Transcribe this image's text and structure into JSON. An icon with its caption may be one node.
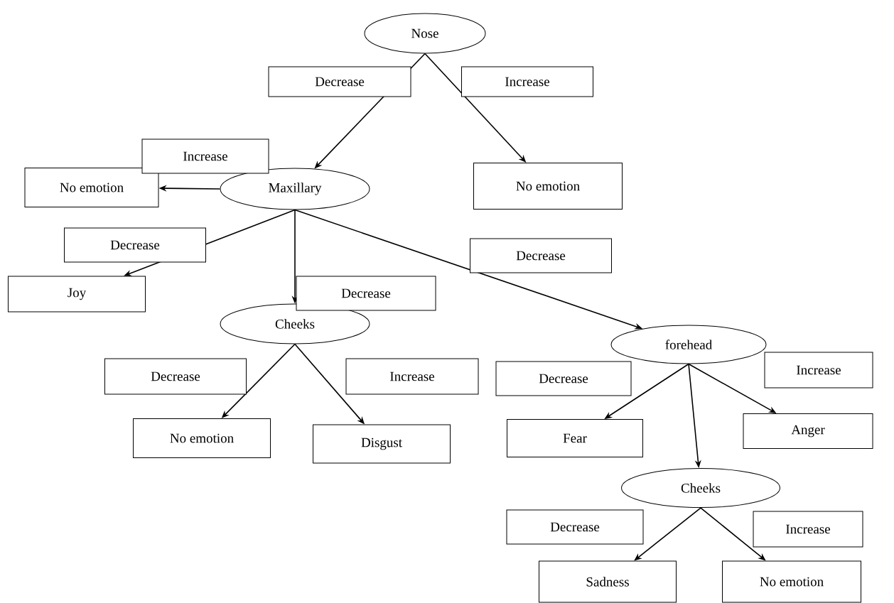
{
  "diagram": {
    "nodes": [
      {
        "text": [
          "Nose"
        ]
      },
      {
        "text": [
          "No emotion"
        ]
      },
      {
        "text": [
          "Maxillary"
        ]
      },
      {
        "text": [
          "No emotion"
        ]
      },
      {
        "text": [
          "Joy"
        ]
      },
      {
        "text": [
          "Cheeks"
        ]
      },
      {
        "text": [
          "forehead"
        ]
      },
      {
        "text": [
          "No emotion"
        ]
      },
      {
        "text": [
          "Disgust"
        ]
      },
      {
        "text": [
          "Fear"
        ]
      },
      {
        "text": [
          "Anger"
        ]
      },
      {
        "text": [
          "Cheeks"
        ]
      },
      {
        "text": [
          "Sadness"
        ]
      },
      {
        "text": [
          "No emotion"
        ]
      }
    ],
    "edges": [
      {
        "from": 0,
        "to": 2,
        "arrow": "to",
        "label": "Decrease"
      },
      {
        "from": 0,
        "to": 3,
        "arrow": "to",
        "label": "Increase"
      },
      {
        "from": 2,
        "to": 1,
        "arrow": "to",
        "label": "Increase"
      },
      {
        "from": 2,
        "to": 4,
        "arrow": "to",
        "label": "Decrease"
      },
      {
        "from": 2,
        "to": 5,
        "arrow": "to",
        "label": "Decrease"
      },
      {
        "from": 2,
        "to": 6,
        "arrow": "to",
        "label": "Decrease"
      },
      {
        "from": 5,
        "to": 7,
        "arrow": "to",
        "label": "Decrease"
      },
      {
        "from": 5,
        "to": 8,
        "arrow": "to",
        "label": "Increase"
      },
      {
        "from": 6,
        "to": 9,
        "arrow": "to",
        "label": "Decrease"
      },
      {
        "from": 6,
        "to": 10,
        "arrow": "to",
        "label": "Increase"
      },
      {
        "from": 6,
        "to": 11,
        "arrow": "to"
      },
      {
        "from": 11,
        "to": 12,
        "arrow": "to",
        "label": "Decrease"
      },
      {
        "from": 11,
        "to": 13,
        "arrow": "to",
        "label": "Increase"
      }
    ]
  }
}
